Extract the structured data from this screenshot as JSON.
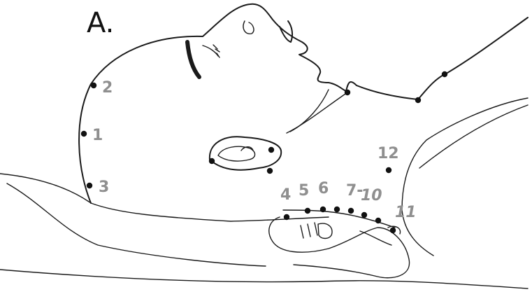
{
  "panel_label": "A.",
  "point_labels": {
    "l1": "1",
    "l2": "2",
    "l3": "3",
    "l4": "4",
    "l5": "5",
    "l6": "6",
    "l7": "7-",
    "l10": "10",
    "l11": "11",
    "l12": "12"
  }
}
